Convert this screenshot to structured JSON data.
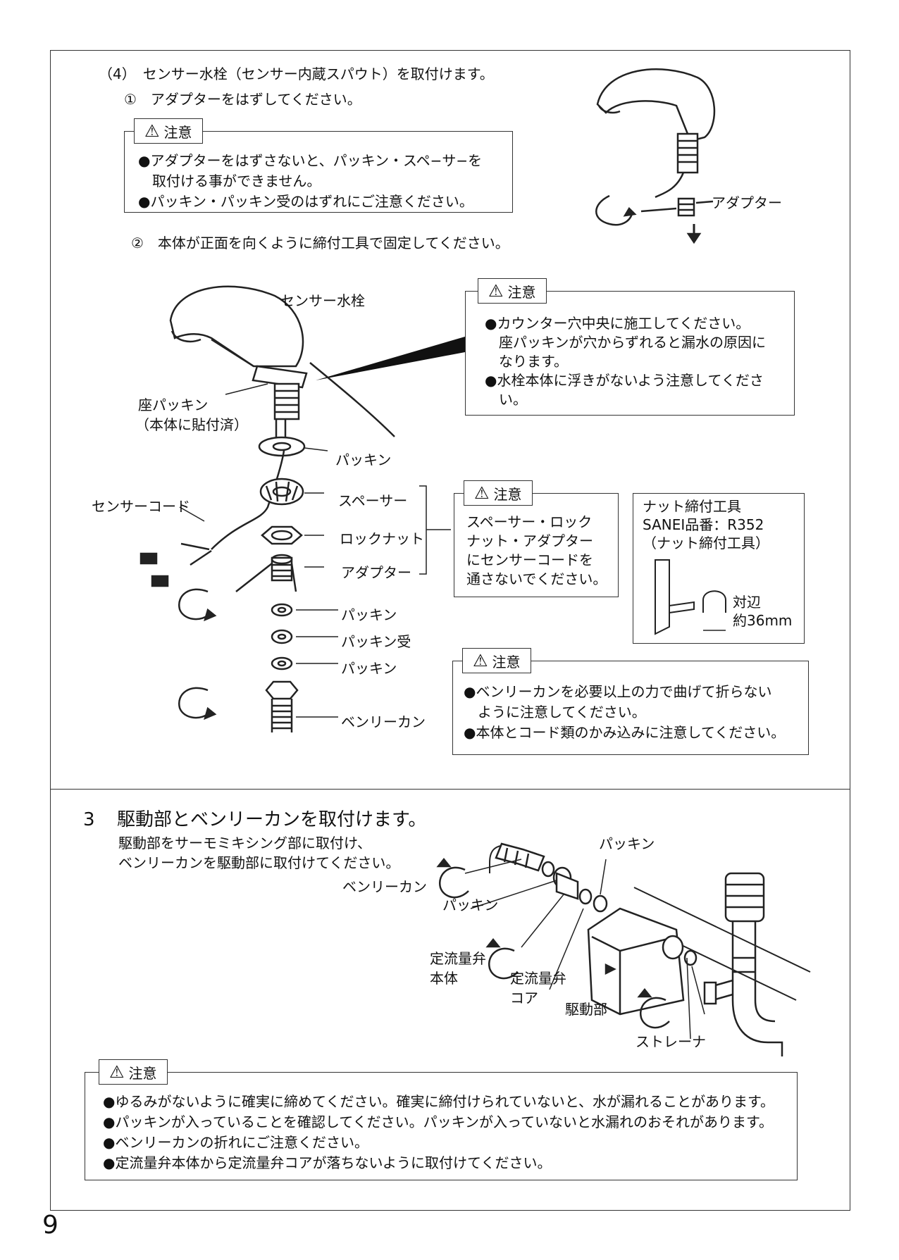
{
  "section4": {
    "heading": "（4）　センサー水栓（センサー内蔵スパウト）を取付けます。",
    "step1": "①　アダプターをはずしてください。",
    "step2": "②　本体が正面を向くように締付工具で固定してください。",
    "caution1": {
      "title": "注意",
      "lines": [
        "●アダプターをはずさないと、パッキン・スペ−サ−を",
        "　取付ける事ができません。",
        "●パッキン・パッキン受のはずれにご注意ください。"
      ]
    },
    "fig1_labels": {
      "adapter": "アダプター"
    },
    "caution2": {
      "title": "注意",
      "lines": [
        "●カウンター穴中央に施工してください。",
        "　座パッキンが穴からずれると漏水の原因に",
        "　なります。",
        "●水栓本体に浮きがないよう注意してくださ",
        "　い。"
      ]
    },
    "fig2_labels": {
      "sensor_faucet": "センサー水栓",
      "seat_packing_1": "座パッキン",
      "seat_packing_2": "（本体に貼付済）",
      "packing_top": "パッキン",
      "sensor_cord": "センサーコード",
      "spacer": "スペーサー",
      "lock_nut": "ロックナット",
      "adapter": "アダプター",
      "packing_a": "パッキン",
      "packing_receiver": "パッキン受",
      "packing_b": "パッキン",
      "flexible_pipe": "ベンリーカン"
    },
    "caution3": {
      "title": "注意",
      "lines": [
        "スペーサー・ロック",
        "ナット・アダプター",
        "にセンサーコードを",
        "通さないでください。"
      ]
    },
    "tool_box": {
      "lines": [
        "ナット締付工具",
        "SANEI品番：R352",
        "（ナット締付工具）"
      ],
      "size_1": "対辺",
      "size_2": "約36mm"
    },
    "caution4": {
      "title": "注意",
      "lines": [
        "●ベンリーカンを必要以上の力で曲げて折らない",
        "　ように注意してください。",
        "●本体とコード類のかみ込みに注意してください。"
      ]
    }
  },
  "section3": {
    "number": "3",
    "heading": "駆動部とベンリーカンを取付けます。",
    "desc1": "駆動部をサーモミキシング部に取付け、",
    "desc2": "ベンリーカンを駆動部に取付けてください。",
    "fig_labels": {
      "packing_top": "パッキン",
      "flexible_pipe": "ベンリーカン",
      "packing_left": "パッキン",
      "valve_body_1": "定流量弁",
      "valve_body_2": "本体",
      "valve_core_1": "定流量弁",
      "valve_core_2": "コア",
      "drive_unit": "駆動部",
      "strainer": "ストレーナ"
    },
    "caution": {
      "title": "注意",
      "lines": [
        "●ゆるみがないように確実に締めてください。確実に締付けられていないと、水が漏れることがあります。",
        "●パッキンが入っていることを確認してください。パッキンが入っていないと水漏れのおそれがあります。",
        "●ベンリーカンの折れにご注意ください。",
        "●定流量弁本体から定流量弁コアが落ちないように取付けてください。"
      ]
    }
  },
  "page_number": "9"
}
